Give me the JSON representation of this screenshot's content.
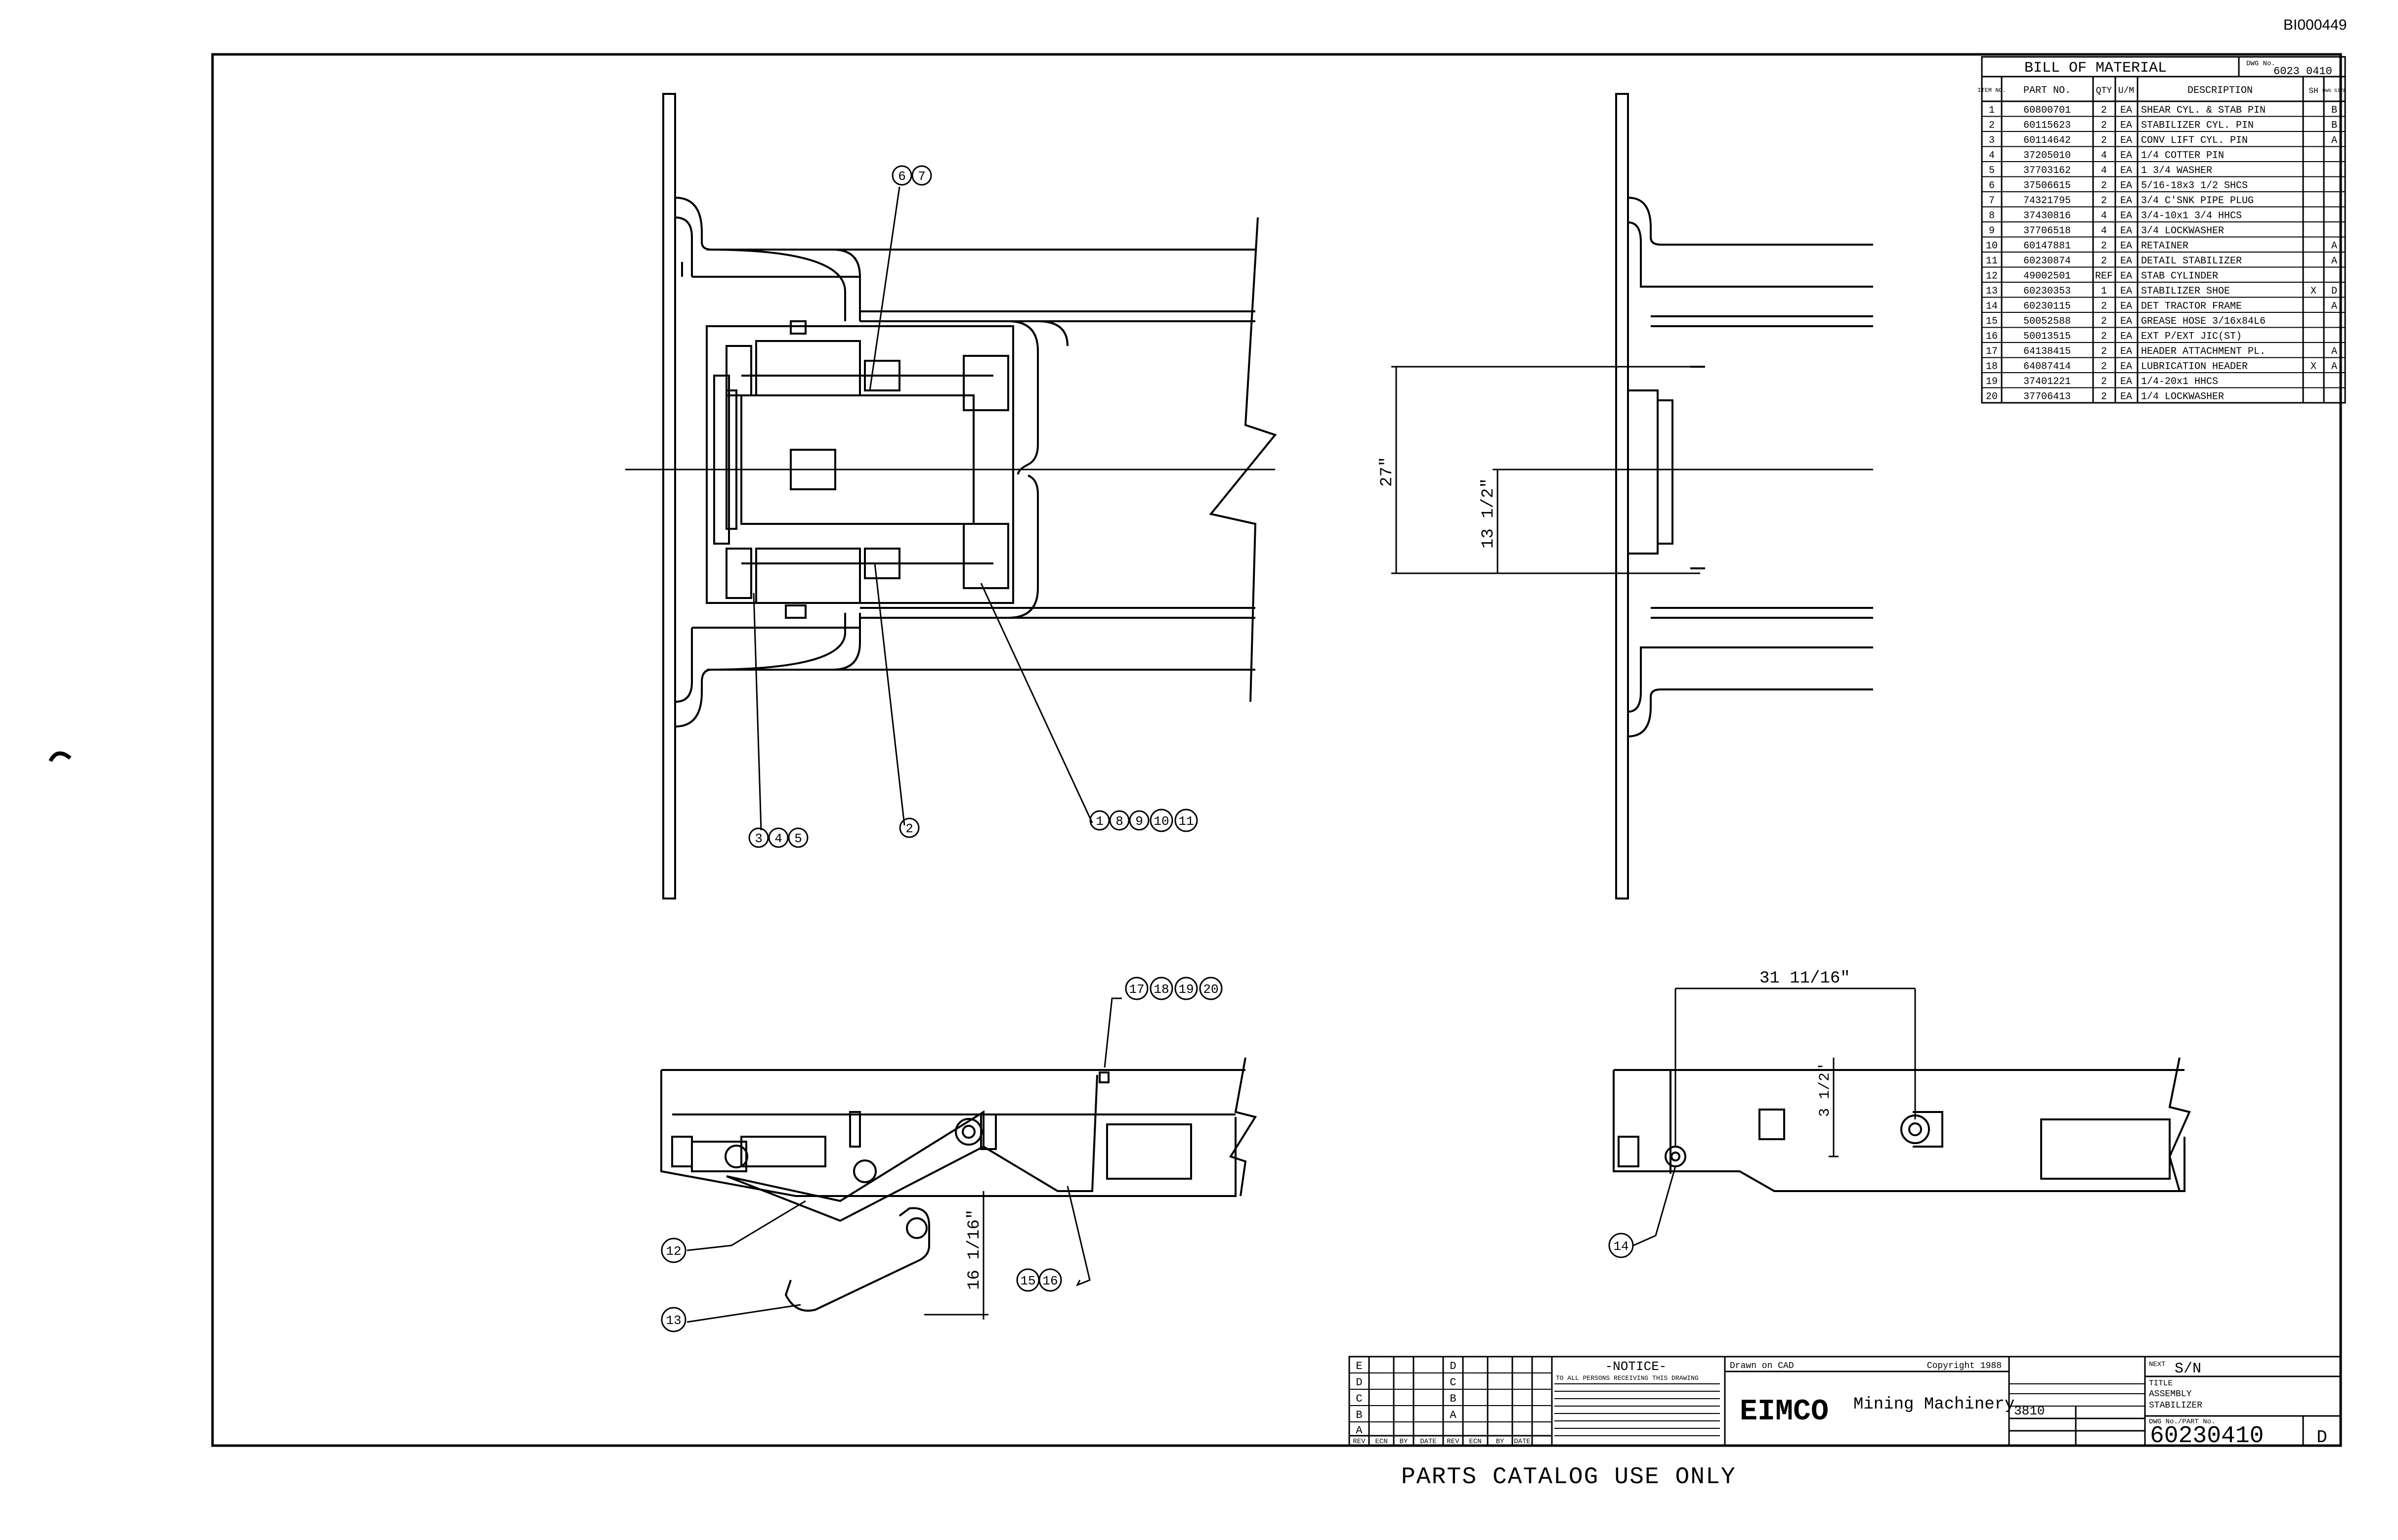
{
  "document_id": "BI000449",
  "footer_note": "PARTS CATALOG USE ONLY",
  "bom": {
    "title": "BILL OF MATERIAL",
    "dwg_label": "DWG No.",
    "dwg_no": "6023 0410",
    "headers": {
      "item": "ITEM NO.",
      "part": "PART NO.",
      "qty": "QTY",
      "um": "U/M",
      "desc": "DESCRIPTION",
      "sh": "SH",
      "rev": "DWG SIZE"
    },
    "rows": [
      {
        "item": "1",
        "part": "60800701",
        "qty": "2",
        "um": "EA",
        "desc": "SHEAR CYL. & STAB PIN",
        "sh": "",
        "rev": "B"
      },
      {
        "item": "2",
        "part": "60115623",
        "qty": "2",
        "um": "EA",
        "desc": "STABILIZER CYL. PIN",
        "sh": "",
        "rev": "B"
      },
      {
        "item": "3",
        "part": "60114642",
        "qty": "2",
        "um": "EA",
        "desc": "CONV LIFT CYL. PIN",
        "sh": "",
        "rev": "A"
      },
      {
        "item": "4",
        "part": "37205010",
        "qty": "4",
        "um": "EA",
        "desc": "1/4 COTTER PIN",
        "sh": "",
        "rev": ""
      },
      {
        "item": "5",
        "part": "37703162",
        "qty": "4",
        "um": "EA",
        "desc": "1 3/4 WASHER",
        "sh": "",
        "rev": ""
      },
      {
        "item": "6",
        "part": "37506615",
        "qty": "2",
        "um": "EA",
        "desc": "5/16-18x3 1/2 SHCS",
        "sh": "",
        "rev": ""
      },
      {
        "item": "7",
        "part": "74321795",
        "qty": "2",
        "um": "EA",
        "desc": "3/4 C'SNK PIPE PLUG",
        "sh": "",
        "rev": ""
      },
      {
        "item": "8",
        "part": "37430816",
        "qty": "4",
        "um": "EA",
        "desc": "3/4-10x1 3/4 HHCS",
        "sh": "",
        "rev": ""
      },
      {
        "item": "9",
        "part": "37706518",
        "qty": "4",
        "um": "EA",
        "desc": "3/4 LOCKWASHER",
        "sh": "",
        "rev": ""
      },
      {
        "item": "10",
        "part": "60147881",
        "qty": "2",
        "um": "EA",
        "desc": "RETAINER",
        "sh": "",
        "rev": "A"
      },
      {
        "item": "11",
        "part": "60230874",
        "qty": "2",
        "um": "EA",
        "desc": "DETAIL STABILIZER",
        "sh": "",
        "rev": "A"
      },
      {
        "item": "12",
        "part": "49002501",
        "qty": "REF",
        "um": "EA",
        "desc": "STAB CYLINDER",
        "sh": "",
        "rev": ""
      },
      {
        "item": "13",
        "part": "60230353",
        "qty": "1",
        "um": "EA",
        "desc": "STABILIZER SHOE",
        "sh": "X",
        "rev": "D"
      },
      {
        "item": "14",
        "part": "60230115",
        "qty": "2",
        "um": "EA",
        "desc": "DET TRACTOR FRAME",
        "sh": "",
        "rev": "A"
      },
      {
        "item": "15",
        "part": "50052588",
        "qty": "2",
        "um": "EA",
        "desc": "GREASE HOSE 3/16x84L6",
        "sh": "",
        "rev": ""
      },
      {
        "item": "16",
        "part": "50013515",
        "qty": "2",
        "um": "EA",
        "desc": "EXT P/EXT JIC(ST)",
        "sh": "",
        "rev": ""
      },
      {
        "item": "17",
        "part": "64138415",
        "qty": "2",
        "um": "EA",
        "desc": "HEADER ATTACHMENT PL.",
        "sh": "",
        "rev": "A"
      },
      {
        "item": "18",
        "part": "64087414",
        "qty": "2",
        "um": "EA",
        "desc": "LUBRICATION HEADER",
        "sh": "X",
        "rev": "A"
      },
      {
        "item": "19",
        "part": "37401221",
        "qty": "2",
        "um": "EA",
        "desc": "1/4-20x1 HHCS",
        "sh": "",
        "rev": ""
      },
      {
        "item": "20",
        "part": "37706413",
        "qty": "2",
        "um": "EA",
        "desc": "1/4 LOCKWASHER",
        "sh": "",
        "rev": ""
      }
    ]
  },
  "callouts": {
    "c67": [
      "6",
      "7"
    ],
    "c345": [
      "3",
      "4",
      "5"
    ],
    "c2": [
      "2"
    ],
    "c18911": [
      "1",
      "8",
      "9",
      "10",
      "11"
    ],
    "c17181920": [
      "17",
      "18",
      "19",
      "20"
    ],
    "c12": [
      "12"
    ],
    "c13": [
      "13"
    ],
    "c1516": [
      "15",
      "16"
    ],
    "c14": [
      "14"
    ]
  },
  "dimensions": {
    "d27": "27\"",
    "d13half": "13 1/2\"",
    "d31": "31 11/16\"",
    "d16": "16 1/16\"",
    "d3": "3 1/2\""
  },
  "title_block": {
    "rev_letters": [
      "E",
      "D",
      "C",
      "B",
      "A"
    ],
    "rev_letters_2": [
      "D",
      "C",
      "B",
      "A"
    ],
    "rev_headers": [
      "REV",
      "ECN",
      "BY",
      "DATE"
    ],
    "notice_title": "-NOTICE-",
    "notice_text": "TO ALL PERSONS RECEIVING THIS DRAWING",
    "drawn_on": "Drawn on CAD",
    "copyright": "Copyright 1988",
    "company": "EIMCO",
    "company_sub": "Mining Machinery",
    "next_label": "NEXT",
    "next_value": "S/N",
    "title_label": "TITLE",
    "title_lines": [
      "ASSEMBLY",
      "STABILIZER"
    ],
    "model": "3810",
    "dwg_label": "DWG No./PART No.",
    "dwg_number": "60230410",
    "rev": "D"
  }
}
